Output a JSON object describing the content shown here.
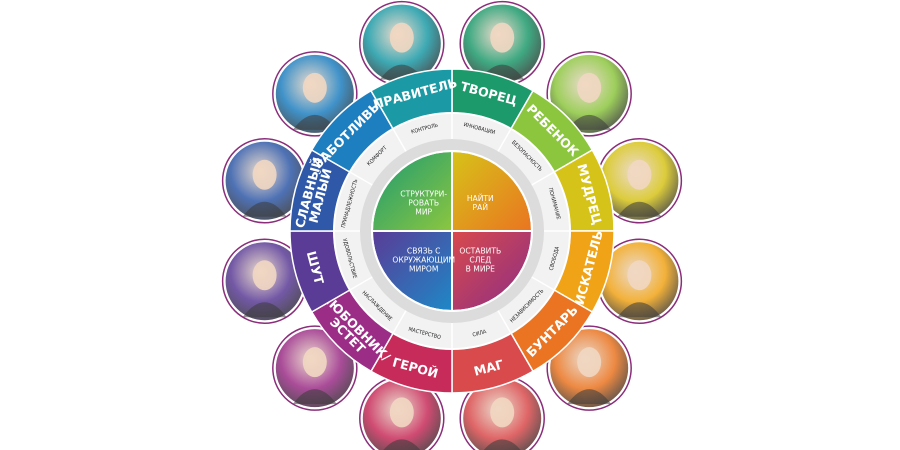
{
  "colors": {
    "purple_border": "#8a2d7a",
    "ring_light": "#f2f2f2",
    "ring_mid": "#dcdcdc"
  },
  "archetypes": [
    {
      "id": "tvorets",
      "label": "ТВОРЕЦ",
      "color": "#1d9a6c",
      "portrait": "woman-with-flower-crown"
    },
    {
      "id": "rebenok",
      "label": "РЕБЕНОК",
      "color": "#8cc63f",
      "portrait": "smiling-woman-dark-bob"
    },
    {
      "id": "mudrets",
      "label": "МУДРЕЦ",
      "color": "#d6c319",
      "portrait": "green-sage-creature"
    },
    {
      "id": "iskatel",
      "label": "ИСКАТЕЛЬ",
      "color": "#f0a316",
      "portrait": "painted-man-portrait"
    },
    {
      "id": "buntar",
      "label": "БУНТАРЬ",
      "color": "#ea7421",
      "portrait": "pirate-with-bandana"
    },
    {
      "id": "mag",
      "label": "МАГ",
      "color": "#d94a4c",
      "portrait": "pale-figure-light-hair"
    },
    {
      "id": "geroy",
      "label": "ГЕРОЙ",
      "color": "#c72b59",
      "portrait": "young-warrior-short-hair"
    },
    {
      "id": "lyubovnik",
      "label": [
        "ЛЮБОВНИК/",
        "ЭСТЕТ"
      ],
      "color": "#9b2d87",
      "portrait": "woman-with-long-dark-hair"
    },
    {
      "id": "shut",
      "label": "ШУТ",
      "color": "#5a3b96",
      "portrait": "green-mask-face"
    },
    {
      "id": "slavny",
      "label": [
        "СЛАВНЫЙ",
        "МАЛЫЙ"
      ],
      "color": "#2f59a8",
      "portrait": "woman-in-sports-jacket"
    },
    {
      "id": "zabotlivy",
      "label": "ЗАБОТЛИВЫЙ",
      "color": "#1e7fc0",
      "portrait": "girl-with-braids"
    },
    {
      "id": "pravitel",
      "label": "ПРАВИТЕЛЬ",
      "color": "#1b9aa6",
      "portrait": "smiling-woman-blonde"
    }
  ],
  "values": [
    "ИННОВАЦИИ",
    "БЕЗОПАСНОСТЬ",
    "ПОНИМАНИЕ",
    "СВОБОДА",
    "НЕЗАВИСИМОСТЬ",
    "СИЛА",
    "МАСТЕРСТВО",
    "НАСЛАЖДЕНИЕ",
    "УДОВОЛЬСТВИЕ",
    "ПРИНАДЛЕЖНОСТЬ",
    "КОМФОРТ",
    "КОНТРОЛЬ"
  ],
  "center": [
    {
      "id": "structure",
      "lines": [
        "СТРУКТУРИ-",
        "РОВАТЬ",
        "МИР"
      ],
      "from": "#1a9a73",
      "to": "#8cc63f"
    },
    {
      "id": "paradise",
      "lines": [
        "НАЙТИ",
        "РАЙ"
      ],
      "from": "#d6c319",
      "to": "#ea7421"
    },
    {
      "id": "legacy",
      "lines": [
        "ОСТАВИТЬ",
        "СЛЕД",
        "В МИРЕ"
      ],
      "from": "#d94a4c",
      "to": "#8a2d87"
    },
    {
      "id": "connect",
      "lines": [
        "СВЯЗЬ С",
        "ОКРУЖАЮЩИМ",
        "МИРОМ"
      ],
      "from": "#5a3b96",
      "to": "#1e88c7"
    }
  ]
}
